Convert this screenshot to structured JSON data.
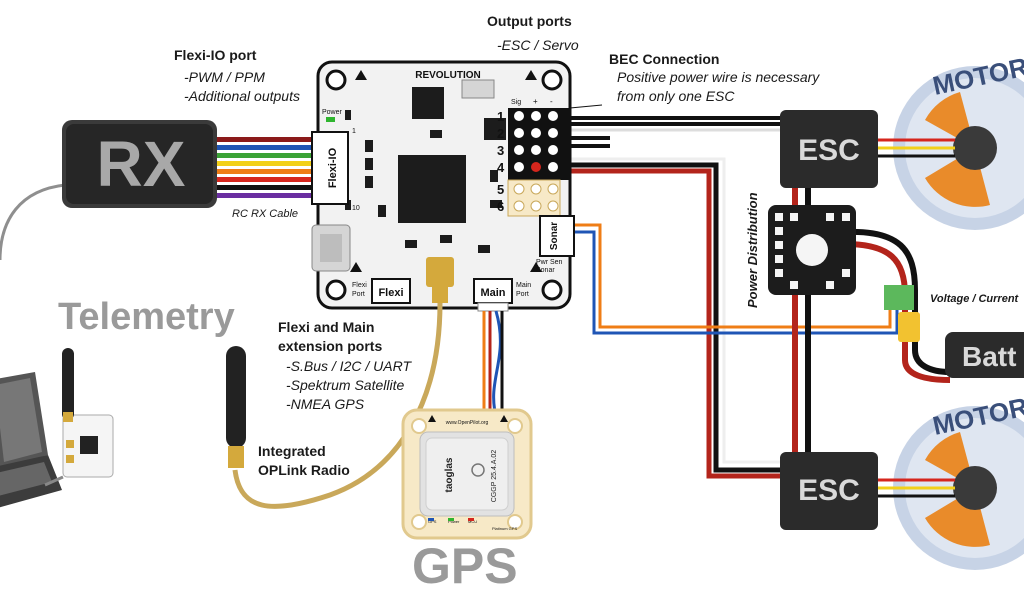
{
  "colors": {
    "board": "#f2f2f2",
    "chip": "#1c1c1c",
    "rx_box": "#2b2b2b",
    "esc_box": "#2b2b2b",
    "motor_ring": "#c7d3e6",
    "motor_orange": "#e98b2a",
    "antenna_wire": "#c9a85a",
    "gray_text": "#9a9a9a",
    "red_wire": "#b3241b",
    "black_wire": "#111111"
  },
  "icons": {
    "laptop": "laptop-icon",
    "antenna": "antenna-icon",
    "motor": "motor-icon"
  },
  "labels": {
    "output_ports": {
      "title": "Output ports",
      "sub": "-ESC / Servo"
    },
    "flexi_io": {
      "title": "Flexi-IO port",
      "line1": "-PWM / PPM",
      "line2": "-Additional outputs"
    },
    "bec": {
      "title": "BEC Connection",
      "line1": "Positive power wire is necessary",
      "line2": "from only one ESC"
    },
    "rc_rx_cable": "RC RX Cable",
    "flexi_main": {
      "title1": "Flexi and Main",
      "title2": "extension ports",
      "line1": "-S.Bus / I2C / UART",
      "line2": "-Spektrum Satellite",
      "line3": "-NMEA GPS"
    },
    "integrated": {
      "line1": "Integrated",
      "line2": "OPLink  Radio"
    },
    "power_distribution": "Power Distribution",
    "voltage_current": "Voltage / Current",
    "telemetry": "Telemetry",
    "gps": "GPS",
    "rx": "RX",
    "esc": "ESC",
    "motor": "MOTOR",
    "battery": "Batt"
  },
  "board": {
    "name": "REVOLUTION",
    "flexi_io_label": "Flexi-IO",
    "power_label": "Power",
    "sig_label": "Sig",
    "plus_label": "+",
    "minus_label": "-",
    "ports": [
      "1",
      "2",
      "3",
      "4",
      "5",
      "6"
    ],
    "sonar_label": "Sonar",
    "pwr_sen_label": "Pwr Sen",
    "sonar_small": "Sonar",
    "flexi_label": "Flexi",
    "flexi_port_small1": "Flexi",
    "flexi_port_small2": "Port",
    "main_label": "Main",
    "main_port_small1": "Main",
    "main_port_small2": "Port",
    "pin_1": "1",
    "pin_10": "10"
  },
  "gps_module": {
    "brand": "taoglas",
    "model": "CGGP 25.4.A.02",
    "url": "www.OpenPilot.org",
    "leds": [
      "GPS",
      "Power",
      "MCU"
    ],
    "footer": "Platinum GPS"
  }
}
